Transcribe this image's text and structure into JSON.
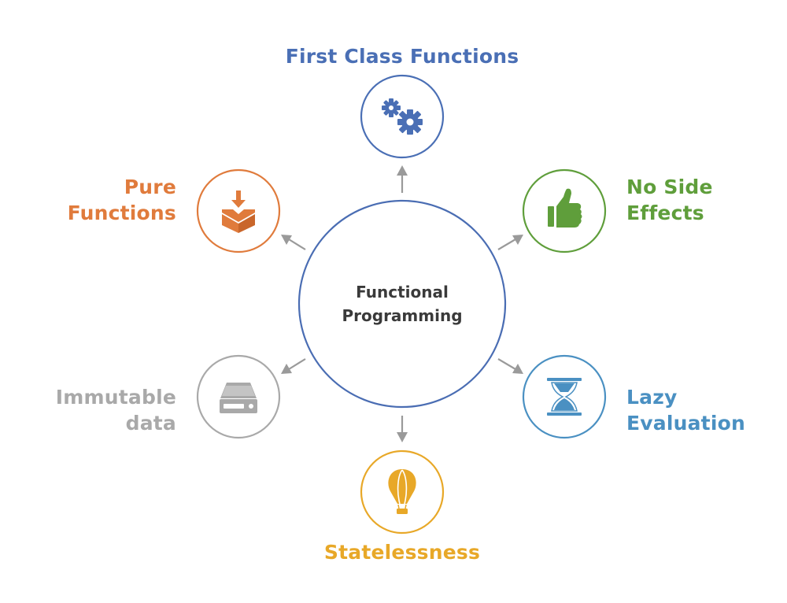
{
  "center": {
    "line1": "Functional",
    "line2": "Programming",
    "color": "#4a6db3"
  },
  "nodes": [
    {
      "id": "first-class-functions",
      "lines": [
        "First Class Functions"
      ],
      "color": "#4a6fb5",
      "icon": "gears-icon"
    },
    {
      "id": "no-side-effects",
      "lines": [
        "No Side",
        "Effects"
      ],
      "color": "#5f9e3b",
      "icon": "thumbs-up-icon"
    },
    {
      "id": "lazy-evaluation",
      "lines": [
        "Lazy",
        "Evaluation"
      ],
      "color": "#4a90c2",
      "icon": "hourglass-icon"
    },
    {
      "id": "statelessness",
      "lines": [
        "Statelessness"
      ],
      "color": "#e8a828",
      "icon": "hot-air-balloon-icon"
    },
    {
      "id": "immutable-data",
      "lines": [
        "Immutable",
        "data"
      ],
      "color": "#a9a9a9",
      "icon": "hard-drive-icon"
    },
    {
      "id": "pure-functions",
      "lines": [
        "Pure",
        "Functions"
      ],
      "color": "#e07b3c",
      "icon": "box-download-icon"
    }
  ],
  "arrow_color": "#9a9a9a"
}
